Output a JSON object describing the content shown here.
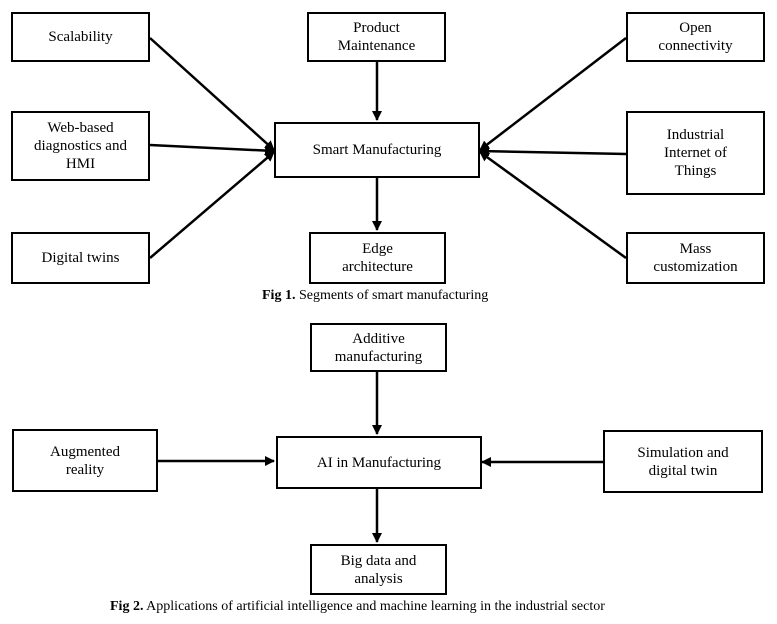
{
  "fig1": {
    "center": "Smart Manufacturing",
    "top": "Product\nMaintenance",
    "bottom": "Edge\narchitecture",
    "left": [
      "Scalability",
      "Web-based\ndiagnostics and\nHMI",
      "Digital twins"
    ],
    "right": [
      "Open\nconnectivity",
      "Industrial\nInternet of\nThings",
      "Mass\ncustomization"
    ],
    "caption_label": "Fig 1.",
    "caption_text": " Segments of smart manufacturing"
  },
  "fig2": {
    "center": "AI in Manufacturing",
    "top": "Additive\nmanufacturing",
    "bottom": "Big data and\nanalysis",
    "left": "Augmented\nreality",
    "right": "Simulation and\ndigital twin",
    "caption_label": "Fig 2.",
    "caption_text": " Applications of artificial intelligence and machine learning in the industrial sector"
  }
}
